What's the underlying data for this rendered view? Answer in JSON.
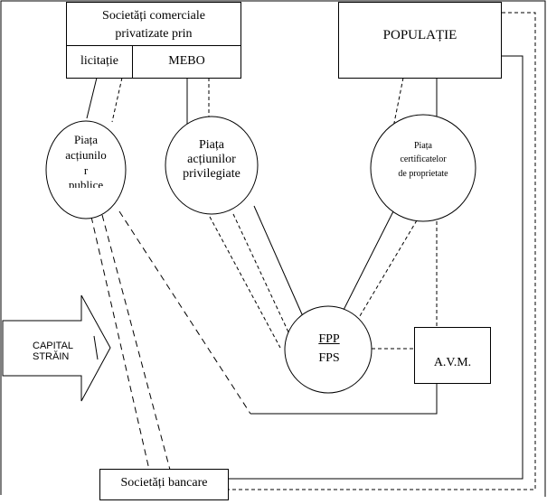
{
  "companies_box": {
    "title_line1": "Societăți comerciale",
    "title_line2": "privatizate prin",
    "cell_left": "licitație",
    "cell_right": "MEBO"
  },
  "population_box": {
    "label": "POPULAȚIE"
  },
  "market_public": {
    "line1": "Piața",
    "line2": "acțiunilo",
    "line3": "r",
    "line4": "publice"
  },
  "market_privileged": {
    "line1": "Piața",
    "line2": "acțiunilor",
    "line3": "privilegiate"
  },
  "market_certificates": {
    "line1": "Piața",
    "line2": "certificatelor",
    "line3": "de proprietate"
  },
  "fund": {
    "numerator": "FPP",
    "denominator": "FPS"
  },
  "avm": {
    "label": "A.V.M."
  },
  "capital": {
    "line1": "CAPITAL",
    "line2": "STRĂIN"
  },
  "banks": {
    "label": "Societăți bancare"
  },
  "colors": {
    "stroke": "#000000",
    "background": "#ffffff"
  }
}
